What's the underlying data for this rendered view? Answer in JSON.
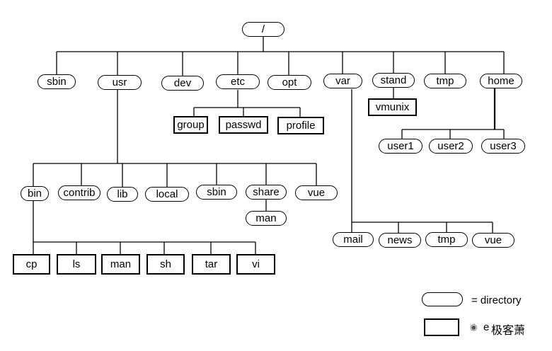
{
  "nodes": {
    "root": "/",
    "sbin": "sbin",
    "usr": "usr",
    "dev": "dev",
    "etc": "etc",
    "opt": "opt",
    "var": "var",
    "stand": "stand",
    "tmp": "tmp",
    "home": "home",
    "group": "group",
    "passwd": "passwd",
    "profile": "profile",
    "vmunix": "vmunix",
    "user1": "user1",
    "user2": "user2",
    "user3": "user3",
    "usr_bin": "bin",
    "usr_contrib": "contrib",
    "usr_lib": "lib",
    "usr_local": "local",
    "usr_sbin": "sbin",
    "usr_share": "share",
    "usr_vue": "vue",
    "share_man": "man",
    "var_mail": "mail",
    "var_news": "news",
    "var_tmp": "tmp",
    "var_vue": "vue",
    "bin_cp": "cp",
    "bin_ls": "ls",
    "bin_man": "man",
    "bin_sh": "sh",
    "bin_tar": "tar",
    "bin_vi": "vi"
  },
  "legend": {
    "directory_label": "= directory",
    "file_label_partial": "e"
  },
  "watermark": "极客萧"
}
